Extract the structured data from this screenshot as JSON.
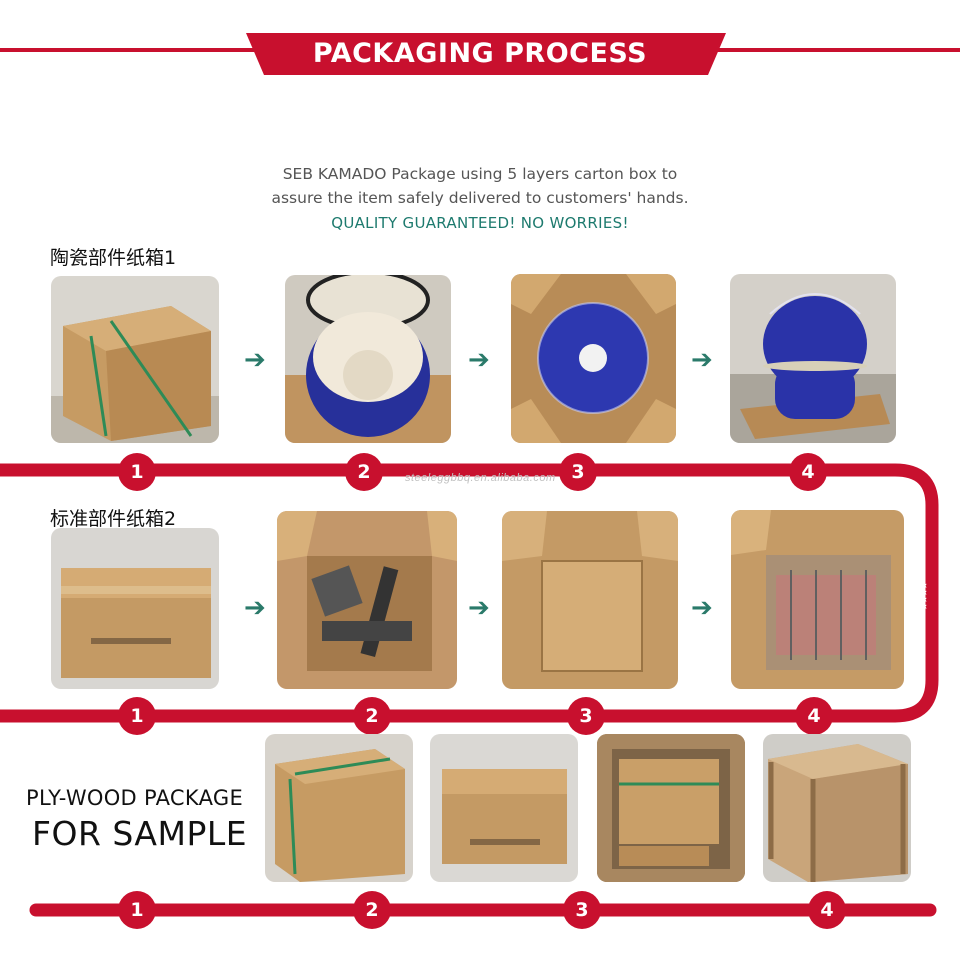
{
  "header": {
    "title": "PACKAGING PROCESS"
  },
  "intro": {
    "line1": "SEB KAMADO Package using 5 layers carton box to",
    "line2": "assure the item safely delivered to customers' hands.",
    "line3": "QUALITY GUARANTEED!  NO WORRIES!"
  },
  "rows": [
    {
      "label": "陶瓷部件纸箱1",
      "steps": [
        "1",
        "2",
        "3",
        "4"
      ]
    },
    {
      "label": "标准部件纸箱2",
      "steps": [
        "1",
        "2",
        "3",
        "4"
      ]
    }
  ],
  "plywood": {
    "line1": "PLY-WOOD PACKAGE",
    "line2": "FOR SAMPLE",
    "steps": [
      "1",
      "2",
      "3",
      "4"
    ]
  },
  "watermark": "steeleggbbq.en.alibaba.com",
  "arrow_glyph": "➔",
  "colors": {
    "brand_red": "#c8102e",
    "accent_teal": "#1d7a6e",
    "cardboard": "#c9a06b",
    "ceramic_blue": "#2a33a8"
  }
}
